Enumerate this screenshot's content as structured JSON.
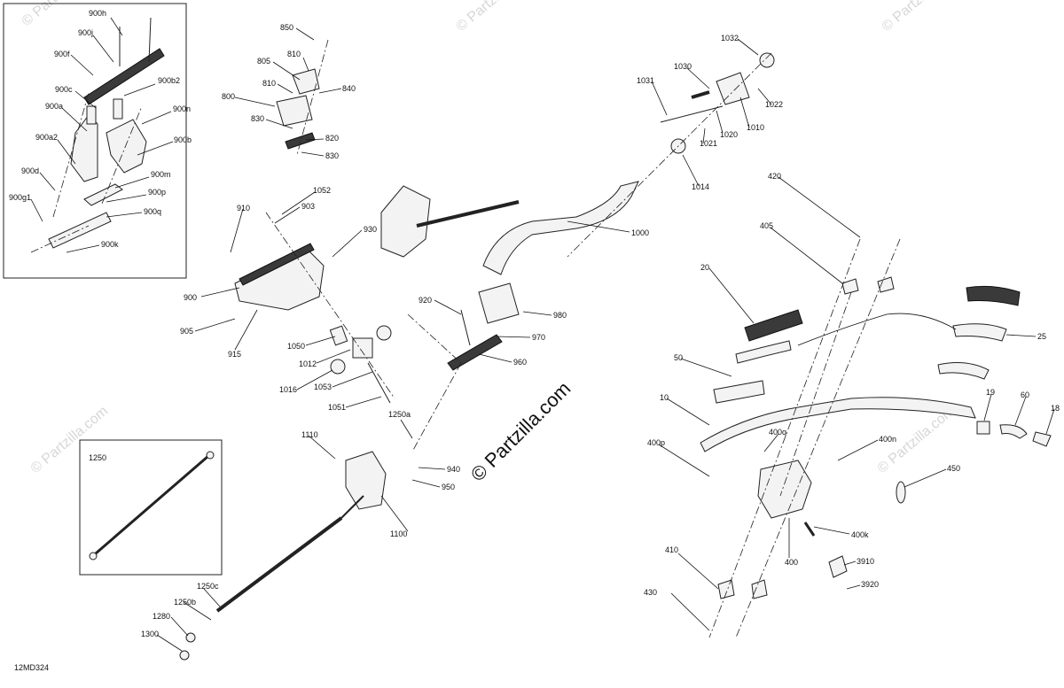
{
  "diagram": {
    "code": "12MD324",
    "watermark_main": "© Partzilla.com",
    "watermark_repeat": "© Partzilla.com",
    "inset_label": "1250",
    "labels": {
      "900h": "900h",
      "900j": "900j",
      "900f": "900f",
      "900c": "900c",
      "900b2": "900b2",
      "900a": "900a",
      "900n": "900n",
      "900a2": "900a2",
      "900b": "900b",
      "900d": "900d",
      "900m": "900m",
      "900p": "900p",
      "900g1": "900g1",
      "900q": "900q",
      "900k": "900k",
      "850": "850",
      "805": "805",
      "810a": "810",
      "810b": "810",
      "800": "800",
      "840": "840",
      "830a": "830",
      "820": "820",
      "830b": "830",
      "1032": "1032",
      "1030": "1030",
      "1031": "1031",
      "1022": "1022",
      "1010": "1010",
      "1020": "1020",
      "1021": "1021",
      "1014": "1014",
      "1000": "1000",
      "910": "910",
      "1052": "1052",
      "903": "903",
      "930": "930",
      "900": "900",
      "905": "905",
      "915": "915",
      "1050": "1050",
      "1012": "1012",
      "1016": "1016",
      "1053": "1053",
      "1051": "1051",
      "920": "920",
      "980": "980",
      "970": "970",
      "960": "960",
      "1250a": "1250a",
      "940": "940",
      "950": "950",
      "1110": "1110",
      "1100": "1100",
      "1250c": "1250c",
      "1250b": "1250b",
      "1280": "1280",
      "1300": "1300",
      "420": "420",
      "405": "405",
      "20": "20",
      "25": "25",
      "50": "50",
      "10": "10",
      "19": "19",
      "60": "60",
      "18": "18",
      "400q": "400q",
      "400p": "400p",
      "400n": "400n",
      "450": "450",
      "400k": "400k",
      "400": "400",
      "410": "410",
      "3910": "3910",
      "3920": "3920",
      "430": "430"
    }
  }
}
